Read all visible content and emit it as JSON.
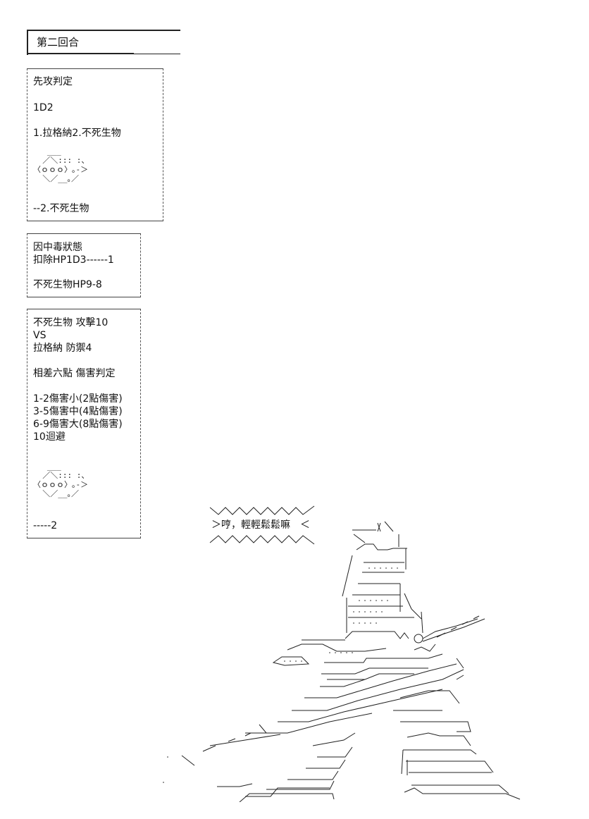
{
  "round": {
    "title": "第二回合"
  },
  "initiative": {
    "title": "先攻判定",
    "roll": "1D2",
    "options": "1.拉格納2.不死生物",
    "result": "--2.不死生物"
  },
  "poison": {
    "line1": "因中毒狀態",
    "line2": "扣除HP1D3------1",
    "line3": "不死生物HP9-8"
  },
  "combat": {
    "attack": "不死生物 攻擊10",
    "vs": "VS",
    "defense": "拉格納 防禦4",
    "diff": "相差六點 傷害判定",
    "rule1": "1-2傷害小(2點傷害)",
    "rule2": "3-5傷害中(4點傷害)",
    "rule3": "6-9傷害大(8點傷害)",
    "rule4": "10迴避",
    "result": "-----2"
  },
  "shout": {
    "text": "＞哼，輕輕鬆鬆嘛　＜"
  },
  "dice_art": "   ___\n  ／＼::: :、\n〈ｏｏｏ〉｡-＞\n  ＼／__｡／"
}
